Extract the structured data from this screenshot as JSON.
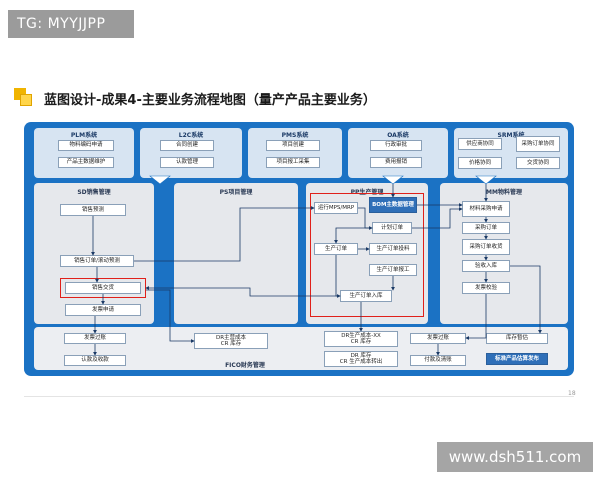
{
  "watermark": {
    "tag": "TG: MYYJJPP",
    "site": "www.dsh511.com"
  },
  "slide": {
    "title": "蓝图设计-成果4-主要业务流程地图（量产产品主要业务）",
    "page_number": "18"
  },
  "systems": {
    "plm": {
      "title": "PLM系统",
      "items": [
        "物料编码申请",
        "产品主数据维护"
      ]
    },
    "l2c": {
      "title": "L2C系统",
      "items": [
        "合同创建",
        "认款管理"
      ]
    },
    "pms": {
      "title": "PMS系统",
      "items": [
        "项目创建",
        "项目报工采集"
      ]
    },
    "oa": {
      "title": "OA系统",
      "items": [
        "行政审批",
        "费用报销"
      ]
    },
    "srm": {
      "title": "SRM系统",
      "items": [
        "供应商协同",
        "采购订单协同",
        "价格协同",
        "交货协同"
      ]
    }
  },
  "lanes": {
    "sd": {
      "title": "SD销售管理",
      "items": [
        "销售预测",
        "销售订单/滚动预测",
        "销售交货",
        "发票申请"
      ]
    },
    "ps": {
      "title": "PS项目管理"
    },
    "pp": {
      "title": "PP生产管理",
      "items": [
        "运行MPS/MRP",
        "BOM主数据管理",
        "计划订单",
        "生产订单",
        "生产订单投料",
        "生产订单报工",
        "生产订单入库"
      ]
    },
    "mm": {
      "title": "MM物料管理",
      "items": [
        "材料采购申请",
        "采购订单",
        "采购订单收货",
        "验收入库",
        "发票校验"
      ]
    }
  },
  "fico": {
    "title": "FICO财务管理",
    "items": [
      "发票过账",
      "认款及收款",
      "DR主营成本\nCR 库存",
      "DR生产成本-XX\nCR 库存",
      "DR 库存\nCR 生产成本转出",
      "发票过账",
      "付款及清账",
      "库存暂估",
      "标准产品估算发布"
    ]
  }
}
